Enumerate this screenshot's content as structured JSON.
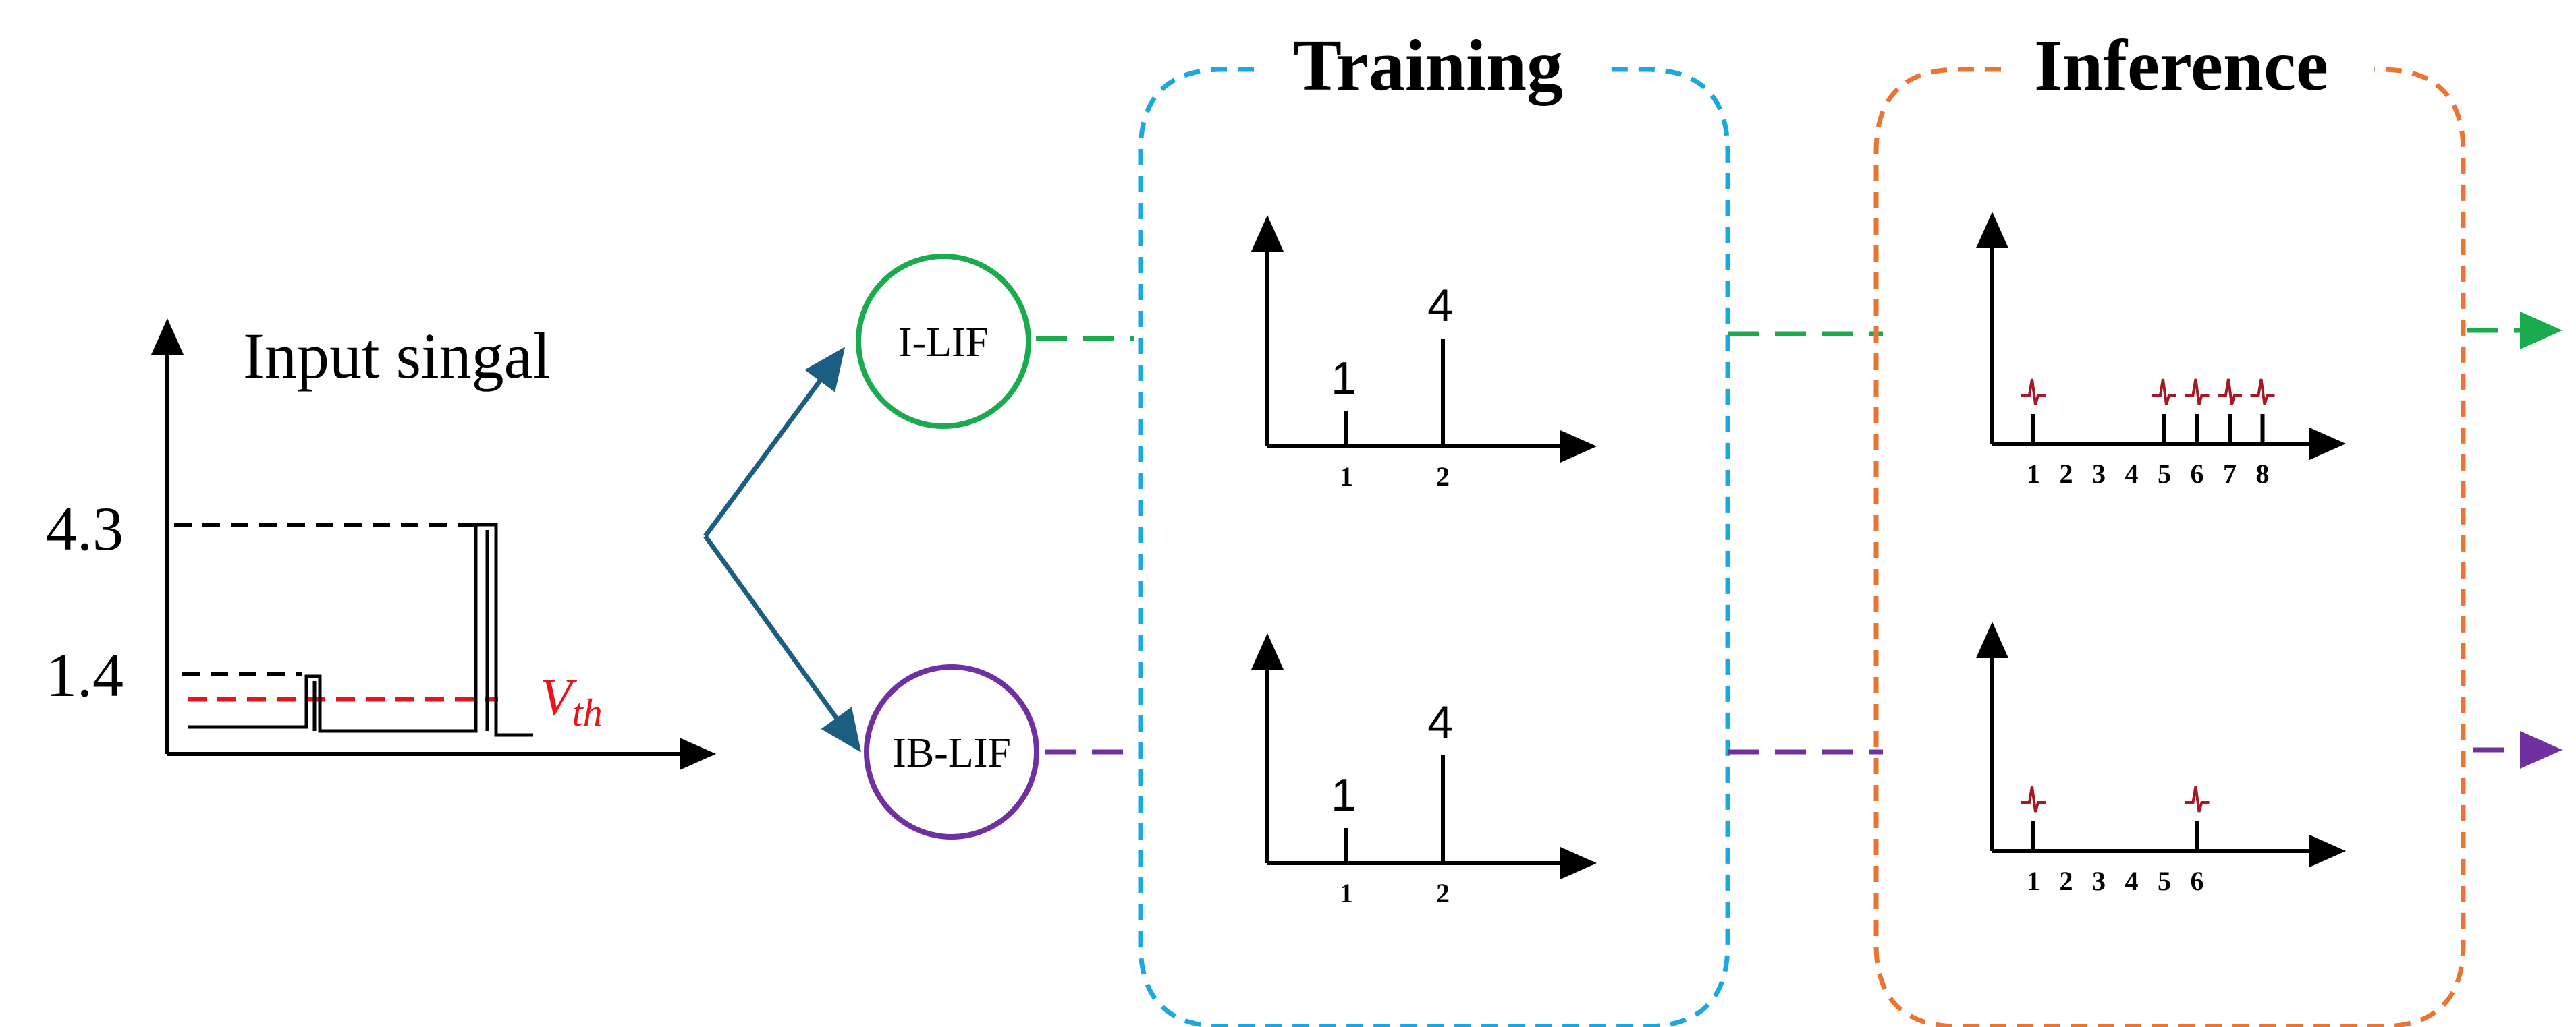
{
  "sections": {
    "training": {
      "title": "Training",
      "color": "#1aa8e0"
    },
    "inference": {
      "title": "Inference",
      "color": "#ea7431"
    }
  },
  "input_signal": {
    "title": "Input singal",
    "high_level": "4.3",
    "low_level": "1.4",
    "threshold_symbol": "V",
    "threshold_subscript": "th",
    "threshold_color": "#e8141b"
  },
  "neurons": {
    "ilif": {
      "label": "I-LIF",
      "color": "#1aab4f"
    },
    "iblif": {
      "label": "IB-LIF",
      "color": "#7030a0"
    }
  },
  "arrow_color": "#1b5e82",
  "training_charts": {
    "top": {
      "bars": [
        {
          "x_label": "1",
          "value": 1,
          "value_label": "1"
        },
        {
          "x_label": "2",
          "value": 4,
          "value_label": "4"
        }
      ]
    },
    "bottom": {
      "bars": [
        {
          "x_label": "1",
          "value": 1,
          "value_label": "1"
        },
        {
          "x_label": "2",
          "value": 4,
          "value_label": "4"
        }
      ]
    }
  },
  "inference_charts": {
    "top": {
      "ticks": [
        "1",
        "2",
        "3",
        "4",
        "5",
        "6",
        "7",
        "8"
      ],
      "spikes_at": [
        1,
        5,
        6,
        7,
        8
      ]
    },
    "bottom": {
      "ticks": [
        "1",
        "2",
        "3",
        "4",
        "5",
        "6"
      ],
      "spikes_at": [
        1,
        6
      ]
    }
  }
}
